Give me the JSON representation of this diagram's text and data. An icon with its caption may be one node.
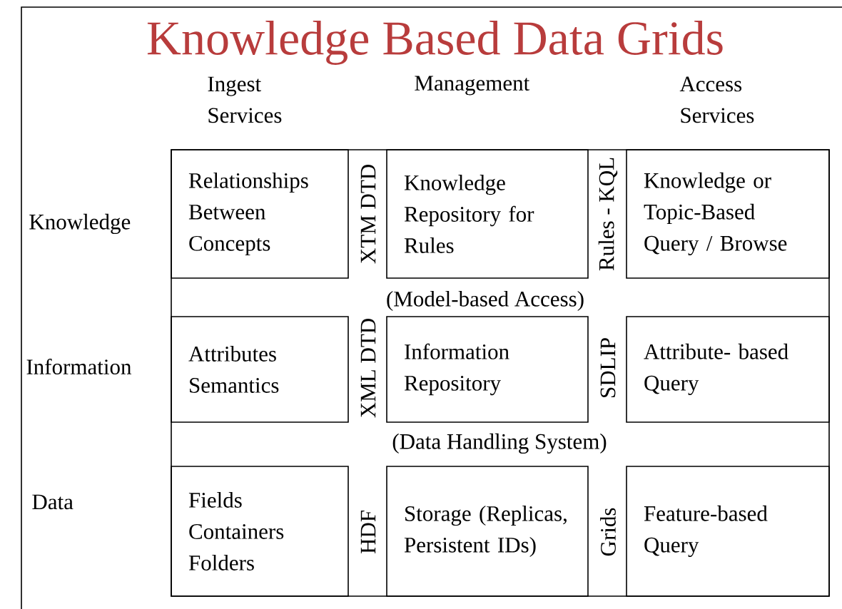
{
  "diagram": {
    "title": "Knowledge Based Data Grids",
    "nodes": [
      {
        "text": [
          "Relationships Between Concepts"
        ]
      },
      {
        "text": [
          "Knowledge Repository for Rules"
        ]
      },
      {
        "text": [
          "Knowledge or Topic-Based Query / Browse"
        ]
      },
      {
        "text": [
          "Attributes Semantics"
        ]
      },
      {
        "text": [
          "Information Repository"
        ]
      },
      {
        "text": [
          "Attribute- based Query"
        ]
      },
      {
        "text": [
          "Fields Containers Folders"
        ]
      },
      {
        "text": [
          "Storage (Replicas, Persistent IDs)"
        ]
      },
      {
        "text": [
          "Feature-based Query"
        ]
      }
    ],
    "labels": [
      "Ingest Services",
      "Management",
      "Access Services",
      "Knowledge",
      "XTM DTD",
      "Rules - KQL",
      "(Model-based Access)",
      "XML DTD",
      "Information",
      "SDLIP",
      "(Data Handling System)",
      "Data",
      "HDF",
      "Grids"
    ]
  }
}
